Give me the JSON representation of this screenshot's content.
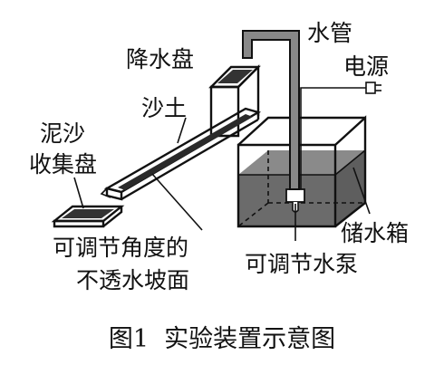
{
  "labels": {
    "water_pipe": "水管",
    "power_source": "电源",
    "rain_tray": "降水盘",
    "sand_soil": "沙土",
    "sediment_tray_line1": "泥沙",
    "sediment_tray_line2": "收集盘",
    "slope_line1": "可调节角度的",
    "slope_line2": "不透水坡面",
    "water_tank": "储水箱",
    "pump": "可调节水泵"
  },
  "caption": "图1  实验装置示意图",
  "colors": {
    "ink": "#111111",
    "water": "#6b6b6b",
    "water_top": "#8a8a8a",
    "soil": "#2a2a2a",
    "sediment": "#333333",
    "paper": "#ffffff"
  }
}
